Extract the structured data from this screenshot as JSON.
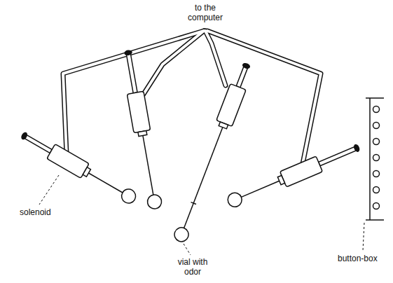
{
  "diagram": {
    "labels": [
      "to the computer",
      "solenoid",
      "vial with odor",
      "button-box"
    ]
  }
}
